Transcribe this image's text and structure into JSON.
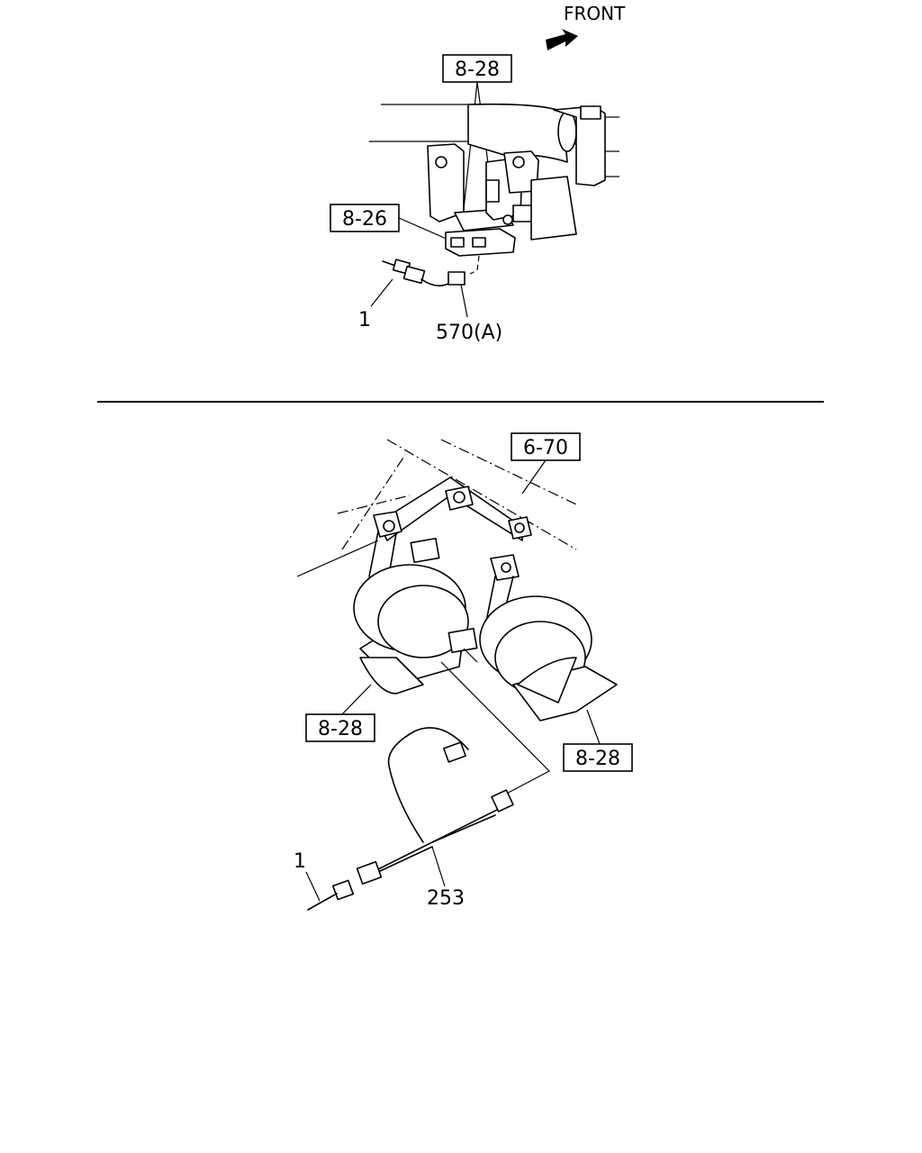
{
  "top_diagram": {
    "front_label": "FRONT",
    "ref_8_28": "8-28",
    "ref_8_26": "8-26",
    "part_1": "1",
    "part_570a": "570(A)"
  },
  "bottom_diagram": {
    "ref_6_70": "6-70",
    "ref_8_28_left": "8-28",
    "ref_8_28_right": "8-28",
    "part_1": "1",
    "part_253": "253"
  }
}
